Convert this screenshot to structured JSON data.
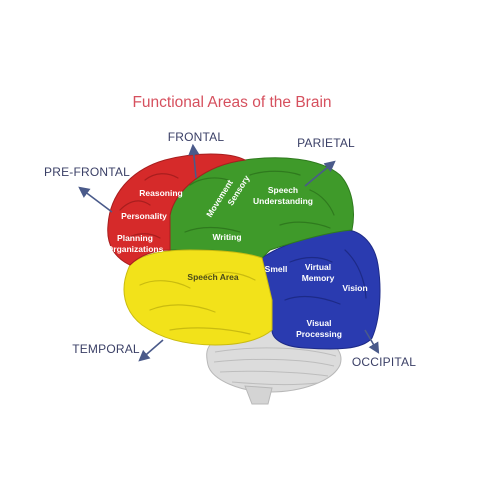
{
  "title": "Functional Areas of the Brain",
  "lobes": {
    "frontal": "FRONTAL",
    "parietal": "PARIETAL",
    "pre_frontal": "PRE-FRONTAL",
    "temporal": "TEMPORAL",
    "occipital": "OCCIPITAL"
  },
  "areas": {
    "reasoning": "Reasoning",
    "personality": "Personality",
    "planning_1": "Planning",
    "planning_2": "Organizations",
    "movement": "Movement",
    "sensory": "Sensory",
    "speech_understanding_1": "Speech",
    "speech_understanding_2": "Understanding",
    "writing": "Writing",
    "speech_area": "Speech Area",
    "smell": "Smell",
    "virtual_memory_1": "Virtual",
    "virtual_memory_2": "Memory",
    "vision": "Vision",
    "visual_processing_1": "Visual",
    "visual_processing_2": "Processing"
  },
  "colors": {
    "title": "#d6505e",
    "lobe_label": "#3a3f66",
    "arrow": "#4a5a8a",
    "frontal_red": "#d62a2a",
    "parietal_green": "#3f9a2a",
    "occipital_blue": "#2a3bb0",
    "temporal_yellow": "#f2e21a",
    "cerebellum_gray": "#dcdcdc"
  }
}
